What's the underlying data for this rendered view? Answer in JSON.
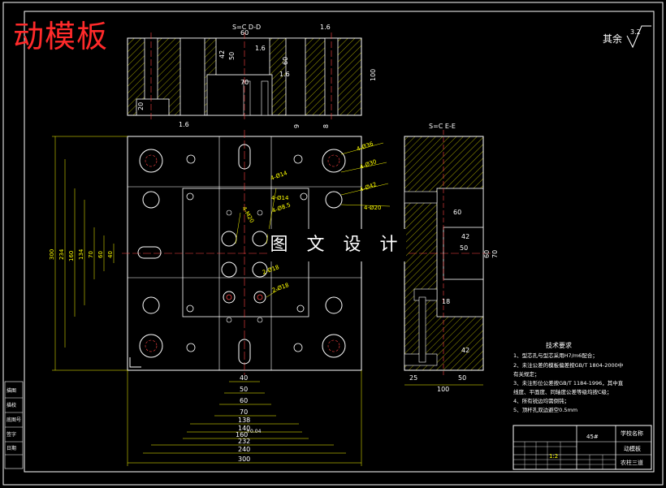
{
  "overlay_title": "动模板",
  "watermark": "图 文 设 计",
  "roughness": {
    "label": "其余",
    "value": "3.2"
  },
  "sections": {
    "top": "S=C D-D",
    "side": "S=C E-E"
  },
  "dims": {
    "top": [
      "60",
      "42",
      "50",
      "60",
      "70",
      "100",
      "20",
      "9",
      "8"
    ],
    "roughness_marks": [
      "1.6",
      "1.6",
      "1.6",
      "1.6"
    ],
    "bottom": [
      "40",
      "50",
      "60",
      "70",
      "138",
      "140",
      "160",
      "232",
      "240",
      "300"
    ],
    "bottom_tol": "+0.04",
    "left": [
      "300",
      "234",
      "160",
      "134",
      "70",
      "60",
      "40"
    ],
    "side": [
      "60",
      "42",
      "50",
      "60",
      "70",
      "18",
      "42",
      "25",
      "50",
      "100"
    ]
  },
  "callouts": [
    "4-Ø36",
    "4-Ø30",
    "4-Ø42",
    "4-Ø20",
    "4-Ø14",
    "4-Ø14",
    "4-Ø8.5",
    "4-M20",
    "2-Ø18",
    "2-Ø18"
  ],
  "tech_notes": {
    "title": "技术要求",
    "items": [
      "1、型芯孔与型芯采用H7/m6配合；",
      "2、未注公差的模板偏差按GB/T 1804-2000中",
      "   有关规定；",
      "3、未注形位公差按GB/T 1184-1996，其中直",
      "   线度、平面度、同轴度公差等级均按C级；",
      "4、所有锐边均需倒钝；",
      "5、顶杆孔双边避空0.5mm"
    ]
  },
  "title_block": {
    "material": "45#",
    "school": "学校名称",
    "part": "动模板",
    "scale": "1:2",
    "grade": "农柱三道"
  },
  "left_strip": [
    "描图",
    "描校",
    "底图号",
    "签字",
    "日期"
  ]
}
